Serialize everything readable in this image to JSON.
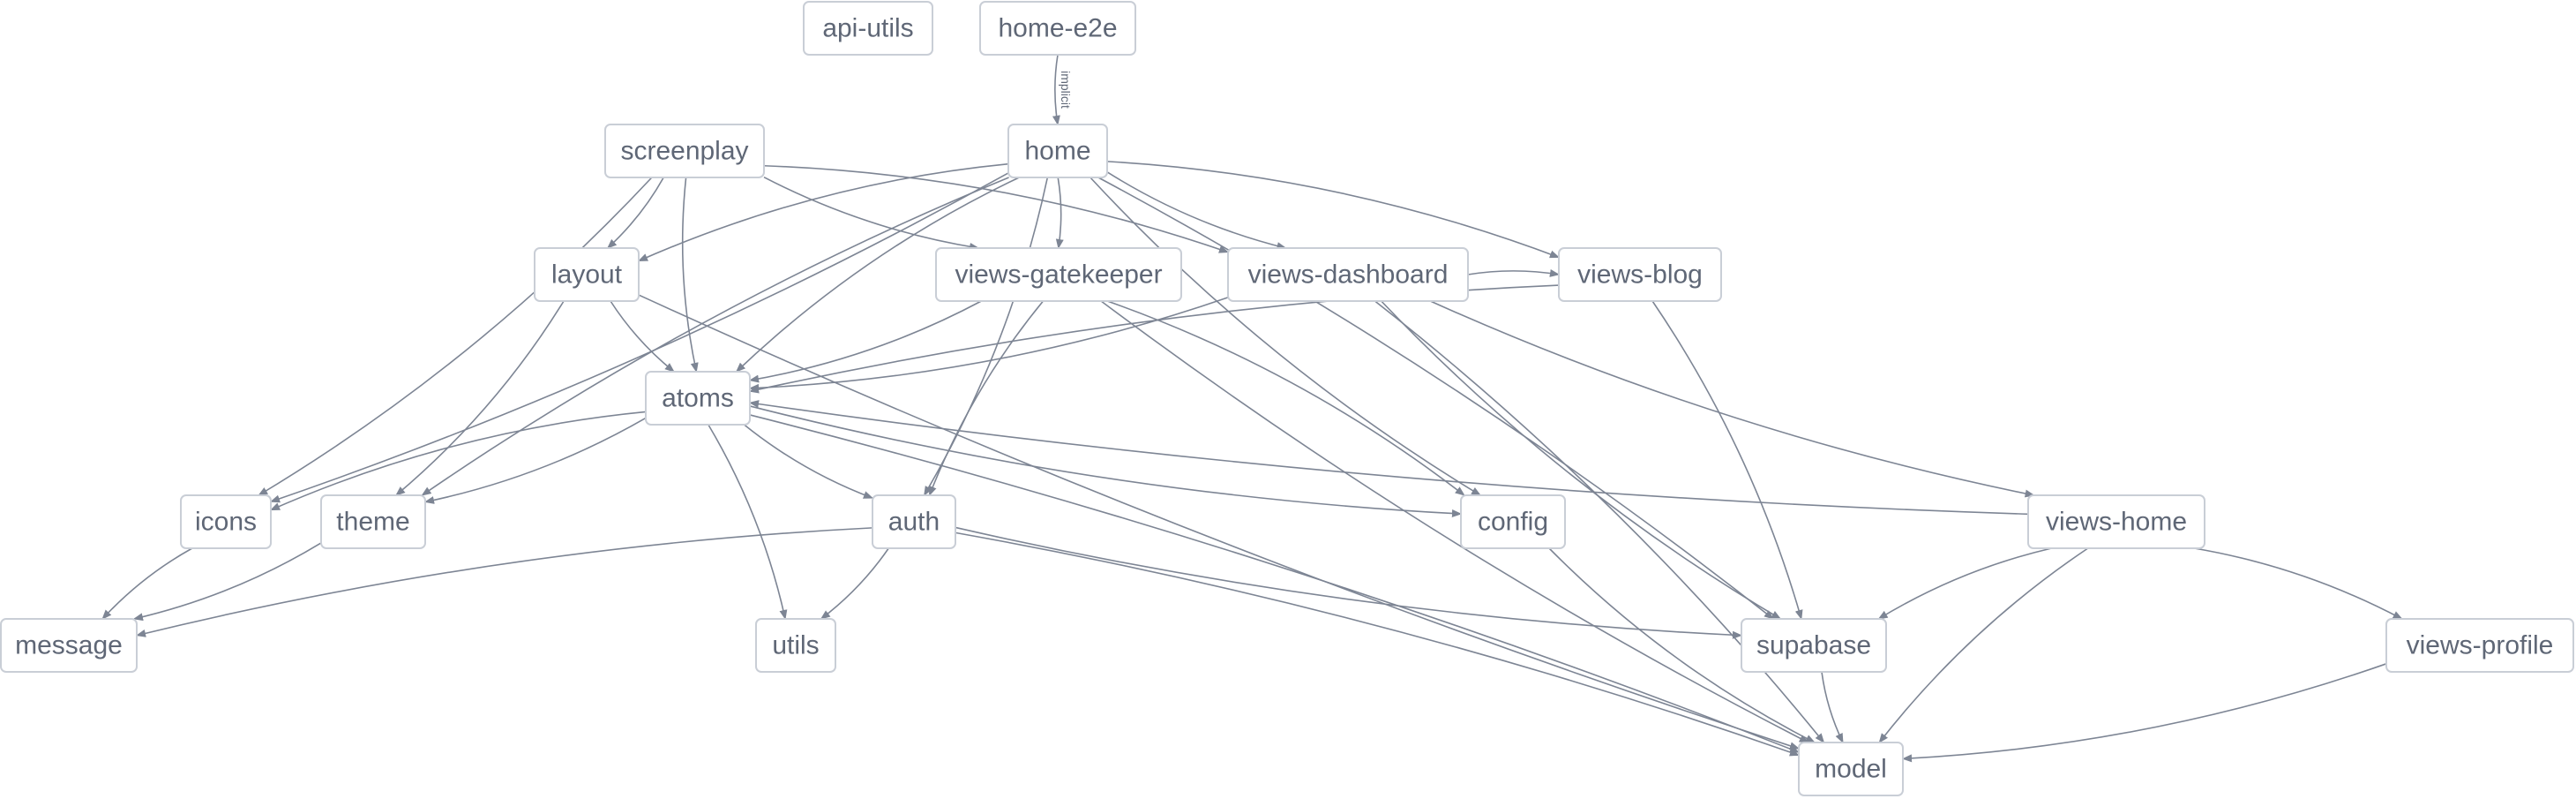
{
  "graph": {
    "nodes": [
      {
        "id": "api-utils",
        "label": "api-utils"
      },
      {
        "id": "home-e2e",
        "label": "home-e2e"
      },
      {
        "id": "screenplay",
        "label": "screenplay"
      },
      {
        "id": "home",
        "label": "home"
      },
      {
        "id": "layout",
        "label": "layout"
      },
      {
        "id": "views-gatekeeper",
        "label": "views-gatekeeper"
      },
      {
        "id": "views-dashboard",
        "label": "views-dashboard"
      },
      {
        "id": "views-blog",
        "label": "views-blog"
      },
      {
        "id": "atoms",
        "label": "atoms"
      },
      {
        "id": "icons",
        "label": "icons"
      },
      {
        "id": "theme",
        "label": "theme"
      },
      {
        "id": "auth",
        "label": "auth"
      },
      {
        "id": "config",
        "label": "config"
      },
      {
        "id": "views-home",
        "label": "views-home"
      },
      {
        "id": "message",
        "label": "message"
      },
      {
        "id": "utils",
        "label": "utils"
      },
      {
        "id": "supabase",
        "label": "supabase"
      },
      {
        "id": "views-profile",
        "label": "views-profile"
      },
      {
        "id": "model",
        "label": "model"
      }
    ],
    "edges": [
      {
        "from": "home-e2e",
        "to": "home",
        "label": "implicit"
      },
      {
        "from": "screenplay",
        "to": "layout"
      },
      {
        "from": "screenplay",
        "to": "atoms"
      },
      {
        "from": "screenplay",
        "to": "icons"
      },
      {
        "from": "screenplay",
        "to": "views-gatekeeper"
      },
      {
        "from": "screenplay",
        "to": "views-dashboard"
      },
      {
        "from": "home",
        "to": "layout"
      },
      {
        "from": "home",
        "to": "views-gatekeeper"
      },
      {
        "from": "home",
        "to": "views-dashboard"
      },
      {
        "from": "home",
        "to": "views-blog"
      },
      {
        "from": "home",
        "to": "atoms"
      },
      {
        "from": "home",
        "to": "icons"
      },
      {
        "from": "home",
        "to": "theme"
      },
      {
        "from": "home",
        "to": "auth"
      },
      {
        "from": "home",
        "to": "config"
      },
      {
        "from": "home",
        "to": "supabase"
      },
      {
        "from": "layout",
        "to": "atoms"
      },
      {
        "from": "layout",
        "to": "theme"
      },
      {
        "from": "layout",
        "to": "model"
      },
      {
        "from": "views-gatekeeper",
        "to": "atoms"
      },
      {
        "from": "views-gatekeeper",
        "to": "auth"
      },
      {
        "from": "views-gatekeeper",
        "to": "config"
      },
      {
        "from": "views-gatekeeper",
        "to": "model"
      },
      {
        "from": "views-dashboard",
        "to": "atoms"
      },
      {
        "from": "views-dashboard",
        "to": "supabase"
      },
      {
        "from": "views-dashboard",
        "to": "model"
      },
      {
        "from": "views-dashboard",
        "to": "views-home"
      },
      {
        "from": "views-dashboard",
        "to": "views-blog"
      },
      {
        "from": "views-blog",
        "to": "atoms"
      },
      {
        "from": "views-blog",
        "to": "supabase"
      },
      {
        "from": "atoms",
        "to": "icons"
      },
      {
        "from": "atoms",
        "to": "theme"
      },
      {
        "from": "atoms",
        "to": "auth"
      },
      {
        "from": "atoms",
        "to": "utils"
      },
      {
        "from": "atoms",
        "to": "config"
      },
      {
        "from": "atoms",
        "to": "model"
      },
      {
        "from": "icons",
        "to": "message"
      },
      {
        "from": "theme",
        "to": "message"
      },
      {
        "from": "auth",
        "to": "message"
      },
      {
        "from": "auth",
        "to": "utils"
      },
      {
        "from": "auth",
        "to": "supabase"
      },
      {
        "from": "auth",
        "to": "model"
      },
      {
        "from": "config",
        "to": "model"
      },
      {
        "from": "views-home",
        "to": "atoms"
      },
      {
        "from": "views-home",
        "to": "supabase"
      },
      {
        "from": "views-home",
        "to": "views-profile"
      },
      {
        "from": "views-home",
        "to": "model"
      },
      {
        "from": "views-profile",
        "to": "model"
      },
      {
        "from": "supabase",
        "to": "model"
      }
    ]
  }
}
